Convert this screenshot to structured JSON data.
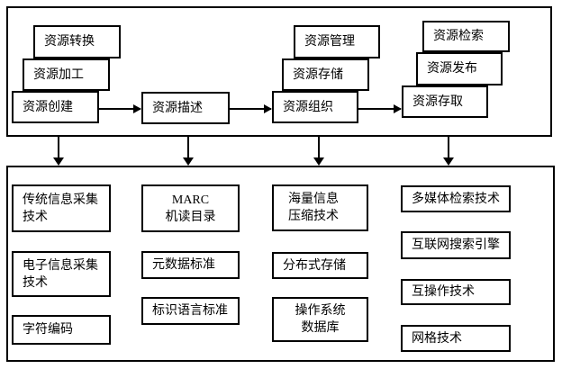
{
  "colors": {
    "line": "#000000",
    "background": "#ffffff",
    "text": "#000000"
  },
  "top_section": {
    "create_stack": {
      "top": "资源转换",
      "middle": "资源加工",
      "bottom": "资源创建"
    },
    "describe_box": "资源描述",
    "organize_stack": {
      "top": "资源管理",
      "middle": "资源存储",
      "bottom": "资源组织"
    },
    "access_stack": {
      "top": "资源检索",
      "middle": "资源发布",
      "bottom": "资源存取"
    }
  },
  "bottom_section": {
    "columns": [
      {
        "boxes": [
          {
            "lines": [
              "传统信息采集",
              "技术"
            ]
          },
          {
            "lines": [
              "电子信息采集",
              "技术"
            ]
          },
          {
            "lines": [
              "字符编码"
            ]
          }
        ]
      },
      {
        "boxes": [
          {
            "lines": [
              "MARC",
              "机读目录"
            ]
          },
          {
            "lines": [
              "元数据标准"
            ]
          },
          {
            "lines": [
              "标识语言标准"
            ]
          }
        ]
      },
      {
        "boxes": [
          {
            "lines": [
              "海量信息",
              "压缩技术"
            ]
          },
          {
            "lines": [
              "分布式存储"
            ]
          },
          {
            "lines": [
              "操作系统",
              "数据库"
            ]
          }
        ]
      },
      {
        "boxes": [
          {
            "lines": [
              "多媒体检索技术"
            ]
          },
          {
            "lines": [
              "互联网搜索引擎"
            ]
          },
          {
            "lines": [
              "互操作技术"
            ]
          },
          {
            "lines": [
              "网格技术"
            ]
          }
        ]
      }
    ]
  }
}
